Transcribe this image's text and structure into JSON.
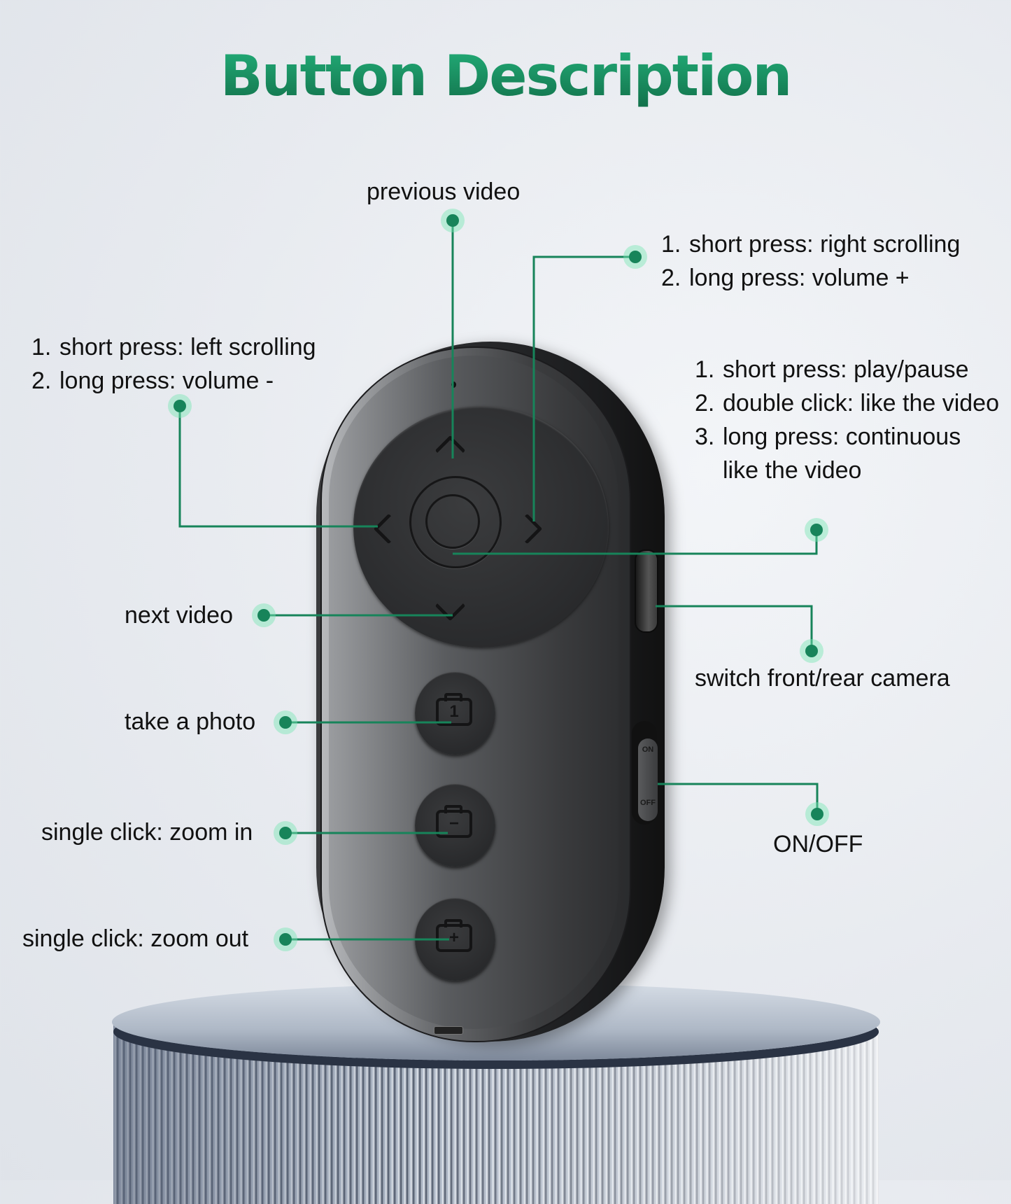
{
  "title": "Button Description",
  "accent_color": "#17845a",
  "callouts": {
    "previous_video": {
      "label": "previous video"
    },
    "right_button": {
      "items": [
        {
          "num": "1.",
          "text": "short press: right scrolling"
        },
        {
          "num": "2.",
          "text": "long press: volume +"
        }
      ]
    },
    "left_button": {
      "items": [
        {
          "num": "1.",
          "text": "short press: left scrolling"
        },
        {
          "num": "2.",
          "text": "long press: volume -"
        }
      ]
    },
    "center_button": {
      "items": [
        {
          "num": "1.",
          "text": "short press: play/pause"
        },
        {
          "num": "2.",
          "text": "double click: like the video"
        },
        {
          "num": "3.",
          "text": "long press: continuous like the video"
        }
      ]
    },
    "next_video": {
      "label": "next video"
    },
    "switch_camera": {
      "label": "switch front/rear camera"
    },
    "take_photo": {
      "label": "take a photo"
    },
    "zoom_in": {
      "label": "single click: zoom in"
    },
    "zoom_out": {
      "label": "single click: zoom out"
    },
    "power": {
      "label": "ON/OFF"
    }
  },
  "device": {
    "switch_on": "ON",
    "switch_off": "OFF",
    "button_glyphs": {
      "photo": "1",
      "zoom_in": "−",
      "zoom_out": "+"
    }
  }
}
